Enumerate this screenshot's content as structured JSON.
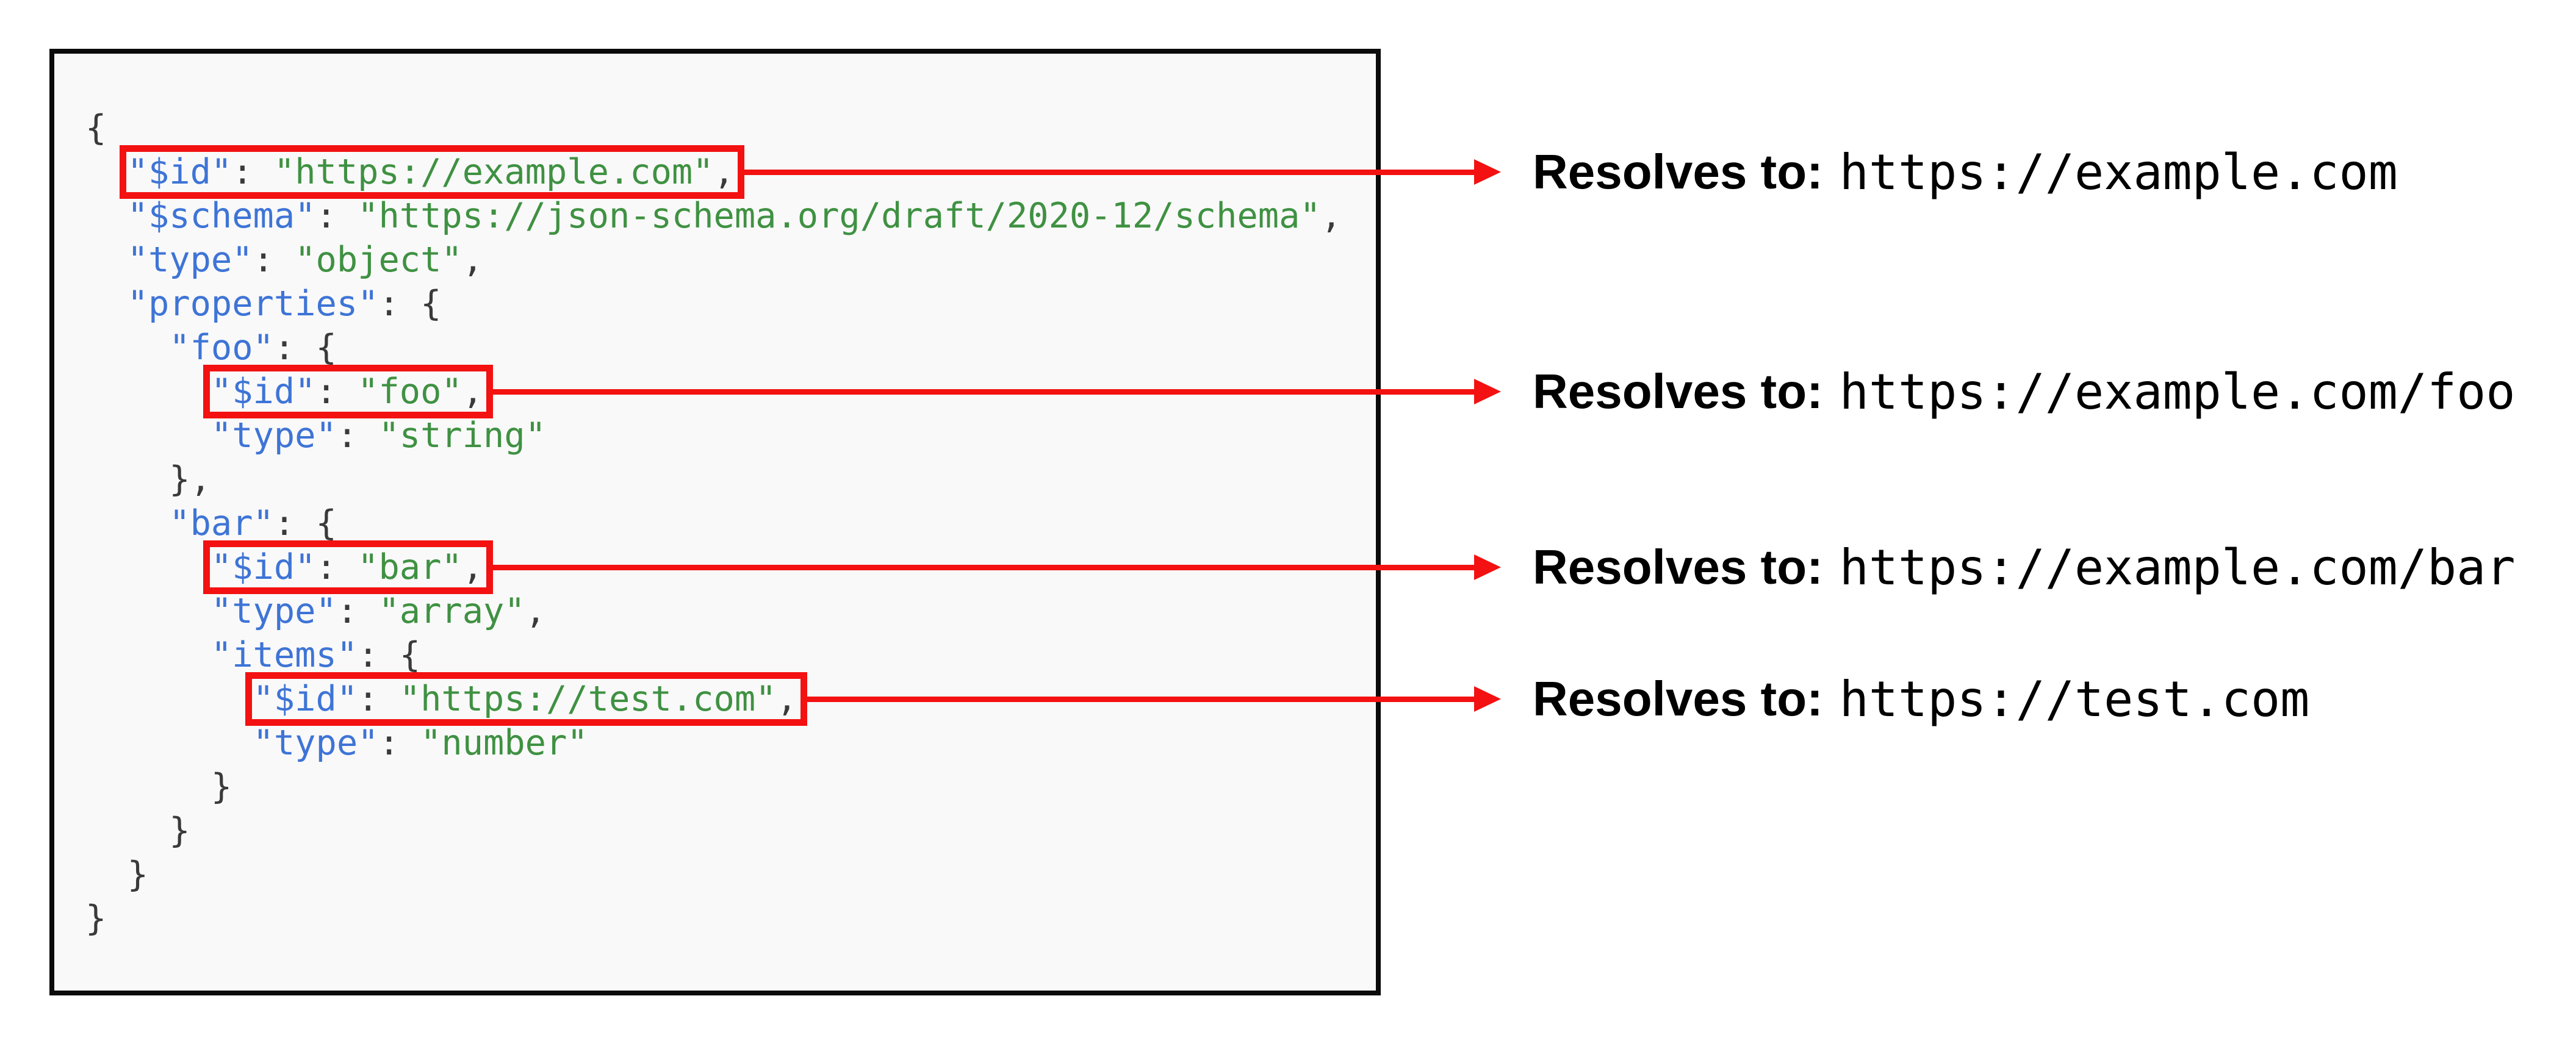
{
  "colors": {
    "red": "#f31111",
    "key_blue": "#3e74d6",
    "string_green": "#3f9142",
    "punctuation": "#3a3a3a",
    "panel_bg": "#f9f9f9",
    "panel_border": "#0b0b0b"
  },
  "annotations_label": "Resolves to:",
  "code": {
    "lines": [
      [
        [
          "pun",
          "{"
        ]
      ],
      [
        [
          "pun",
          "  "
        ],
        [
          "key",
          "\"$id\""
        ],
        [
          "pun",
          ": "
        ],
        [
          "str",
          "\"https://example.com\""
        ],
        [
          "pun",
          ","
        ]
      ],
      [
        [
          "pun",
          "  "
        ],
        [
          "key",
          "\"$schema\""
        ],
        [
          "pun",
          ": "
        ],
        [
          "str",
          "\"https://json-schema.org/draft/2020-12/schema\""
        ],
        [
          "pun",
          ","
        ]
      ],
      [
        [
          "pun",
          "  "
        ],
        [
          "key",
          "\"type\""
        ],
        [
          "pun",
          ": "
        ],
        [
          "str",
          "\"object\""
        ],
        [
          "pun",
          ","
        ]
      ],
      [
        [
          "pun",
          "  "
        ],
        [
          "key",
          "\"properties\""
        ],
        [
          "pun",
          ": {"
        ]
      ],
      [
        [
          "pun",
          "    "
        ],
        [
          "key",
          "\"foo\""
        ],
        [
          "pun",
          ": {"
        ]
      ],
      [
        [
          "pun",
          "      "
        ],
        [
          "key",
          "\"$id\""
        ],
        [
          "pun",
          ": "
        ],
        [
          "str",
          "\"foo\""
        ],
        [
          "pun",
          ","
        ]
      ],
      [
        [
          "pun",
          "      "
        ],
        [
          "key",
          "\"type\""
        ],
        [
          "pun",
          ": "
        ],
        [
          "str",
          "\"string\""
        ]
      ],
      [
        [
          "pun",
          "    },"
        ]
      ],
      [
        [
          "pun",
          "    "
        ],
        [
          "key",
          "\"bar\""
        ],
        [
          "pun",
          ": {"
        ]
      ],
      [
        [
          "pun",
          "      "
        ],
        [
          "key",
          "\"$id\""
        ],
        [
          "pun",
          ": "
        ],
        [
          "str",
          "\"bar\""
        ],
        [
          "pun",
          ","
        ]
      ],
      [
        [
          "pun",
          "      "
        ],
        [
          "key",
          "\"type\""
        ],
        [
          "pun",
          ": "
        ],
        [
          "str",
          "\"array\""
        ],
        [
          "pun",
          ","
        ]
      ],
      [
        [
          "pun",
          "      "
        ],
        [
          "key",
          "\"items\""
        ],
        [
          "pun",
          ": {"
        ]
      ],
      [
        [
          "pun",
          "        "
        ],
        [
          "key",
          "\"$id\""
        ],
        [
          "pun",
          ": "
        ],
        [
          "str",
          "\"https://test.com\""
        ],
        [
          "pun",
          ","
        ]
      ],
      [
        [
          "pun",
          "        "
        ],
        [
          "key",
          "\"type\""
        ],
        [
          "pun",
          ": "
        ],
        [
          "str",
          "\"number\""
        ]
      ],
      [
        [
          "pun",
          "      }"
        ]
      ],
      [
        [
          "pun",
          "    }"
        ]
      ],
      [
        [
          "pun",
          "  }"
        ]
      ],
      [
        [
          "pun",
          "}"
        ]
      ]
    ]
  },
  "annotations": [
    {
      "line": 2,
      "resolves_to": "https://example.com"
    },
    {
      "line": 7,
      "resolves_to": "https://example.com/foo"
    },
    {
      "line": 11,
      "resolves_to": "https://example.com/bar"
    },
    {
      "line": 14,
      "resolves_to": "https://test.com"
    }
  ]
}
